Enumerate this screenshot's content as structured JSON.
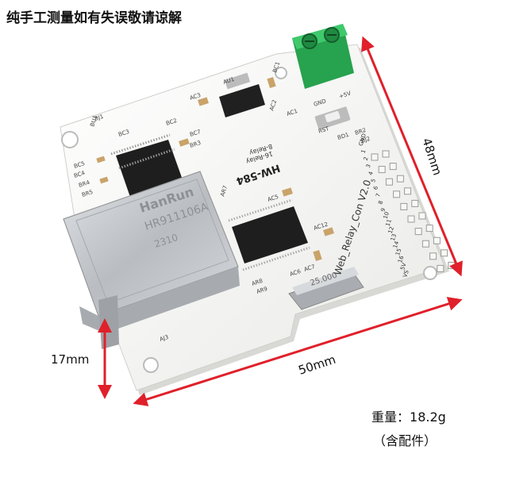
{
  "caption": "纯手工测量如有失误敬请谅解",
  "dimensions": {
    "width_label": "50mm",
    "height_label": "48mm",
    "depth_label": "17mm"
  },
  "weight": {
    "label": "重量：",
    "value": "18.2g",
    "note": "（含配件）"
  },
  "board": {
    "model": "HW-584",
    "subtitle_1": "16-Relay",
    "subtitle_2": "8-Relay",
    "product_line": "Web_Relay_Con V2.0",
    "jack_brand": "HanRun",
    "jack_model": "HR911106A",
    "jack_date": "2310",
    "crystal": "25.000",
    "terminal_labels": [
      "GND",
      "+5V"
    ],
    "header_labels": [
      "VS",
      "5V",
      "16",
      "15",
      "14",
      "13",
      "12",
      "11",
      "10",
      "9",
      "8",
      "7",
      "6",
      "5",
      "4",
      "3",
      "2",
      "1",
      "GND"
    ],
    "silk": [
      "BC5",
      "BC4",
      "BR4",
      "BR5",
      "BR3",
      "BC7",
      "BC2",
      "BC3",
      "BU1",
      "AU1",
      "AC3",
      "AC2",
      "AC1",
      "BC1",
      "BD1",
      "BR2",
      "BJ1",
      "BJ2",
      "AC5",
      "AC6",
      "AC7",
      "AR7",
      "AC12",
      "AR8",
      "AR9",
      "AJ3",
      "RST"
    ]
  },
  "colors": {
    "board": "#f4f4f2",
    "terminal": "#2fb85a",
    "dimension_line": "#e0202a",
    "jack_metal": "#c9ccd0",
    "chip": "#1e1e1e"
  }
}
